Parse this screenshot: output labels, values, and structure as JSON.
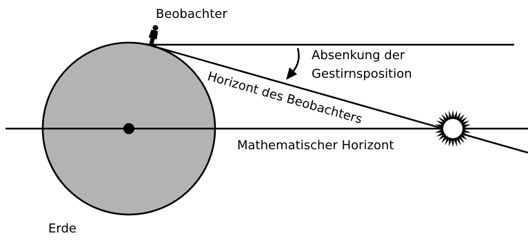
{
  "labels": {
    "observer": "Beobachter",
    "depression": [
      "Absenkung der",
      "Gestirnsposition"
    ],
    "observer_horizon": "Horizont des Beobachters",
    "math_horizon": "Mathematischer Horizont",
    "earth": "Erde"
  },
  "colors": {
    "earth_fill": "#b3b3b3",
    "line": "#000000",
    "star_fill": "#ffffff"
  },
  "icons": {
    "observer": "person-figure",
    "celestial_body": "sun-star"
  }
}
